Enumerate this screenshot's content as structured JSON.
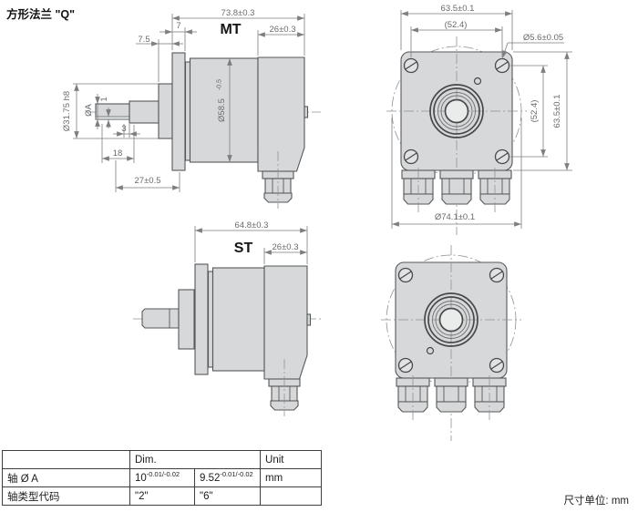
{
  "title": "方形法兰 \"Q\"",
  "unit_note": "尺寸单位: mm",
  "colors": {
    "part_fill": "#d6d8d9",
    "outline": "#55585a",
    "dim_color": "#6b6e70"
  },
  "views": {
    "mt": {
      "label": "MT",
      "total_length": "73.8±0.3",
      "cap_width": "26±0.3",
      "flange_width": "7",
      "pilot_length": "7.5",
      "pilot_dia": "Ø31.75 h8",
      "shaft_dia": "ØA",
      "flat_depth": "1",
      "flat_len": "3",
      "shaft_len": "18",
      "front_len": "27±0.5",
      "body_dia": "Ø58.5",
      "body_dia_tol": "-0.5"
    },
    "st": {
      "label": "ST",
      "total_length": "64.8±0.3",
      "cap_width": "26±0.3"
    },
    "front_mt": {
      "width": "63.5±0.1",
      "hole_pitch_h": "(52.4)",
      "hole_dia": "Ø5.6±0.05",
      "hole_pitch_v": "(52.4)",
      "height": "63.5±0.1",
      "outer_dia": "Ø74.1±0.1"
    }
  },
  "table": {
    "header": {
      "blank": "",
      "dim": "Dim.",
      "unit": "Unit"
    },
    "rows": [
      {
        "label": "轴 Ø A",
        "val1_base": "10",
        "val1_sup": "-0.01/-0.02",
        "val2_base": "9.52",
        "val2_sup": "-0.01/-0.02",
        "unit": "mm"
      },
      {
        "label": "轴类型代码",
        "val1": "\"2\"",
        "val2": "\"6\"",
        "unit": ""
      }
    ]
  }
}
